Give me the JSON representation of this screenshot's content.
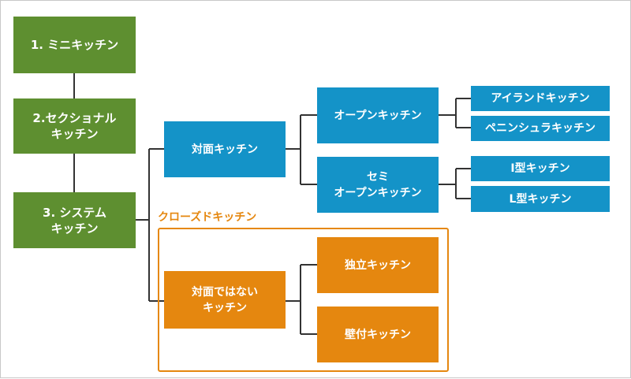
{
  "stages": [
    {
      "label": "1. ミニキッチン"
    },
    {
      "label": "2.セクショナル\nキッチン"
    },
    {
      "label": "3. システム\nキッチン"
    }
  ],
  "layouts": {
    "face_to_face": "対面キッチン",
    "not_face_to_face": "対面ではない\nキッチン"
  },
  "subtypes": {
    "open": "オープンキッチン",
    "semi_open": "セミ\nオープンキッチン",
    "independent": "独立キッチン",
    "wall": "壁付キッチン"
  },
  "variants": {
    "island": "アイランドキッチン",
    "peninsula": "ペニンシュラキッチン",
    "i_type": "I型キッチン",
    "l_type": "L型キッチン"
  },
  "closed_group": {
    "label": "クローズドキッチン"
  },
  "colors": {
    "green": "#5e8f30",
    "blue": "#1493c8",
    "orange": "#e5870f",
    "line": "#333333"
  }
}
